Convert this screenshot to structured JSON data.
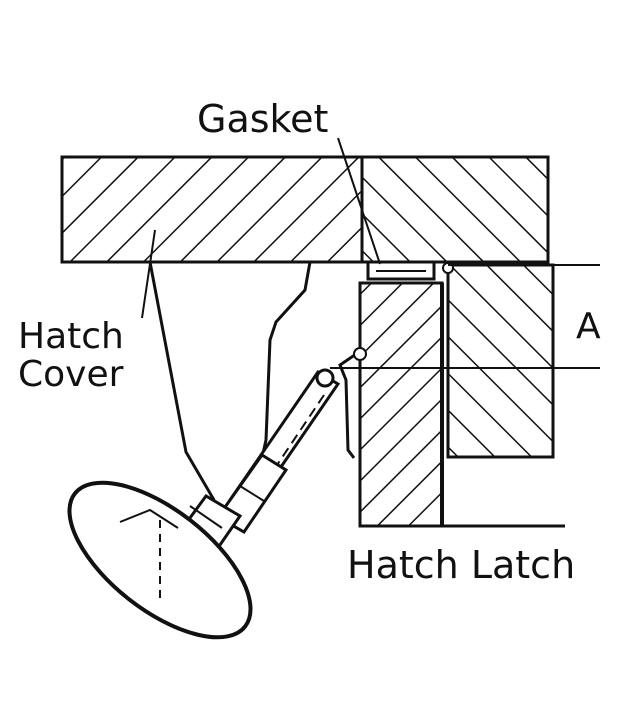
{
  "labels": {
    "gasket": "Gasket",
    "hatch_cover_line1": "Hatch",
    "hatch_cover_line2": "Cover",
    "dimension_a": "A",
    "hatch_latch": "Hatch Latch"
  },
  "colors": {
    "ink": "#111111",
    "background": "#ffffff"
  }
}
